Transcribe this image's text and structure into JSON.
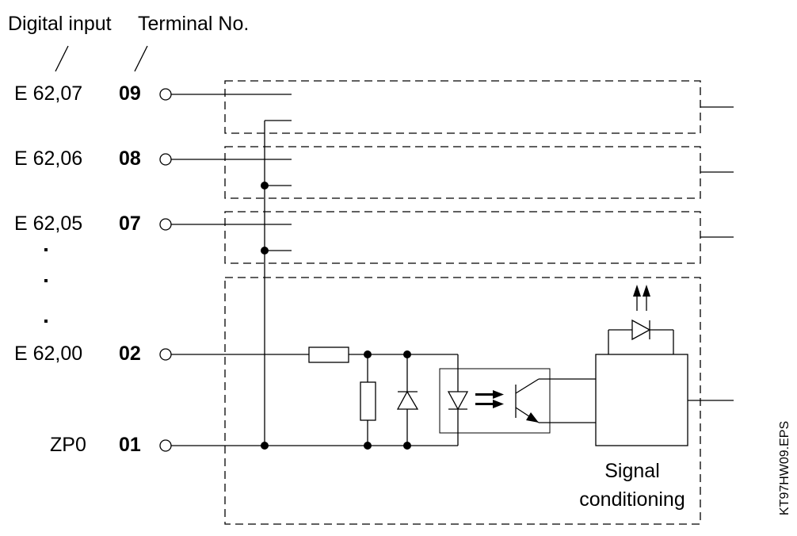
{
  "header": {
    "digital_input_label": "Digital input",
    "terminal_no_label": "Terminal No."
  },
  "rows": [
    {
      "signal": "E 62,07",
      "terminal": "09"
    },
    {
      "signal": "E 62,06",
      "terminal": "08"
    },
    {
      "signal": "E 62,05",
      "terminal": "07"
    },
    {
      "signal": "E 62,00",
      "terminal": "02"
    },
    {
      "signal": "ZP0",
      "terminal": "01"
    }
  ],
  "signal_conditioning": {
    "line1": "Signal",
    "line2": "conditioning"
  },
  "file_name": "KT97HW09.EPS"
}
